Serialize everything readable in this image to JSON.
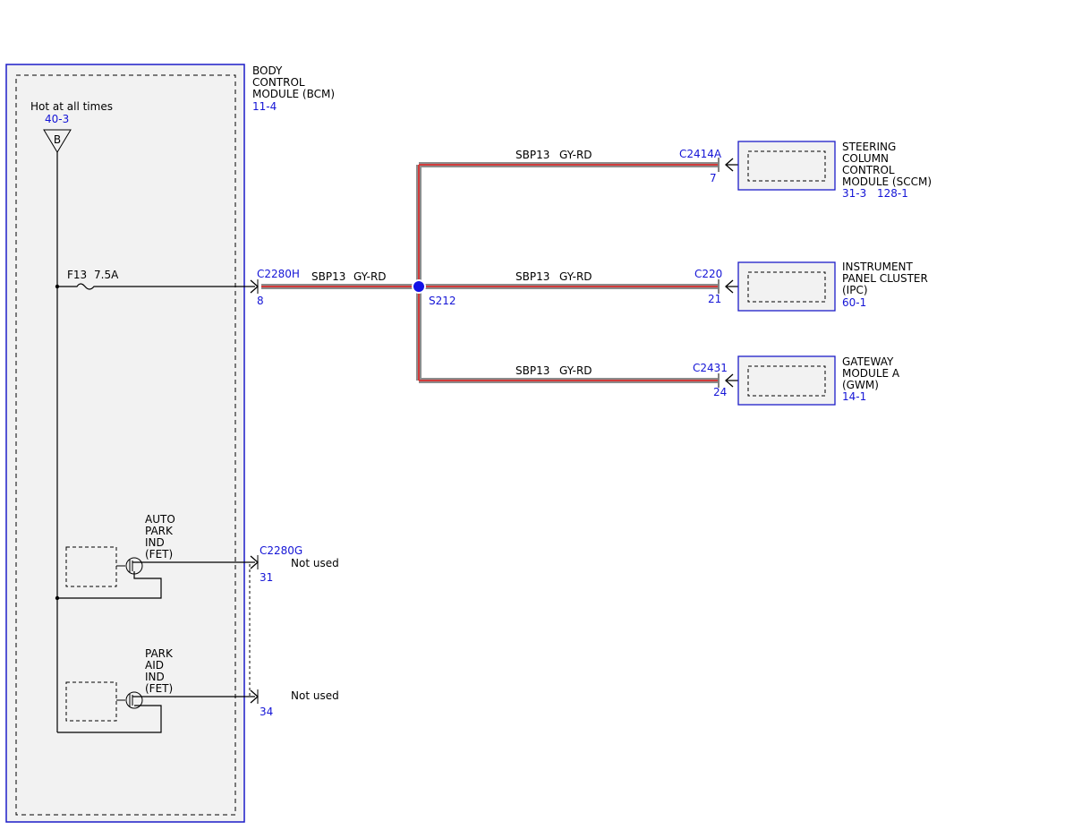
{
  "colors": {
    "module_border": "#1c1cc8",
    "module_fill": "#f2f2f2",
    "ref_text": "#1515d6",
    "wire_gray": "#8c8c8c",
    "wire_red": "#d23b3b",
    "splice_dot": "#1212e6"
  },
  "bcm": {
    "name_line1": "BODY",
    "name_line2": "CONTROL",
    "name_line3": "MODULE (BCM)",
    "ref": "11-4",
    "hot_label": "Hot at all times",
    "hot_ref": "40-3",
    "bus_letter": "B",
    "fuse_name": "F13",
    "fuse_rating": "7.5A",
    "fet1_line1": "AUTO",
    "fet1_line2": "PARK",
    "fet1_line3": "IND",
    "fet1_line4": "(FET)",
    "fet2_line1": "PARK",
    "fet2_line2": "AID",
    "fet2_line3": "IND",
    "fet2_line4": "(FET)"
  },
  "connectors": {
    "c2280h": {
      "name": "C2280H",
      "pin": "8"
    },
    "c2280g": {
      "name": "C2280G",
      "pin31": "31",
      "pin34": "34"
    },
    "c2414a": {
      "name": "C2414A",
      "pin": "7"
    },
    "c220": {
      "name": "C220",
      "pin": "21"
    },
    "c2431": {
      "name": "C2431",
      "pin": "24"
    }
  },
  "not_used_31": "Not used",
  "not_used_34": "Not used",
  "splice": {
    "name": "S212"
  },
  "wires": {
    "main": {
      "circuit": "SBP13",
      "color": "GY-RD"
    },
    "sccm": {
      "circuit": "SBP13",
      "color": "GY-RD"
    },
    "ipc": {
      "circuit": "SBP13",
      "color": "GY-RD"
    },
    "gwm": {
      "circuit": "SBP13",
      "color": "GY-RD"
    }
  },
  "sccm": {
    "line1": "STEERING",
    "line2": "COLUMN",
    "line3": "CONTROL",
    "line4": "MODULE (SCCM)",
    "ref1": "31-3",
    "ref2": "128-1"
  },
  "ipc": {
    "line1": "INSTRUMENT",
    "line2": "PANEL CLUSTER",
    "line3": "(IPC)",
    "ref": "60-1"
  },
  "gwm": {
    "line1": "GATEWAY",
    "line2": "MODULE A",
    "line3": "(GWM)",
    "ref": "14-1"
  }
}
